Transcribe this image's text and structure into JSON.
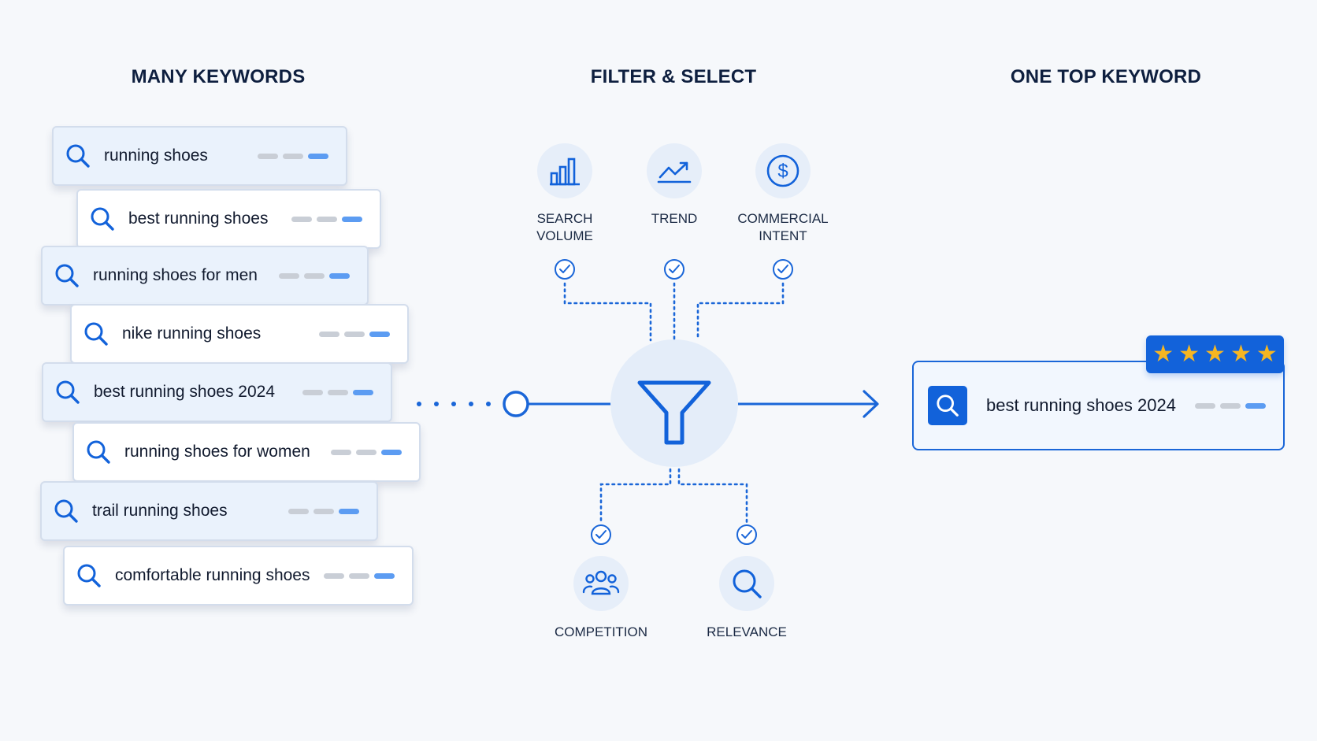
{
  "columns": {
    "left_title": "MANY KEYWORDS",
    "middle_title": "FILTER & SELECT",
    "right_title": "ONE TOP KEYWORD"
  },
  "keywords": [
    "running shoes",
    "best running shoes",
    "running shoes for men",
    "nike running shoes",
    "best running shoes 2024",
    "running shoes for women",
    "trail running shoes",
    "comfortable running shoes"
  ],
  "filters": {
    "search_volume": "SEARCH\nVOLUME",
    "trend": "TREND",
    "commercial_intent": "COMMERCIAL\nINTENT",
    "competition": "COMPETITION",
    "relevance": "RELEVANCE"
  },
  "result": {
    "keyword": "best running shoes 2024",
    "rating_stars": 5
  },
  "colors": {
    "accent": "#1262da",
    "star": "#f6b622",
    "bar_gray": "#c9ced6",
    "bar_blue": "#5c9cf2"
  },
  "icons": [
    "search-icon",
    "bar-chart-icon",
    "trend-icon",
    "dollar-icon",
    "funnel-icon",
    "people-icon",
    "check-icon",
    "star-icon"
  ]
}
